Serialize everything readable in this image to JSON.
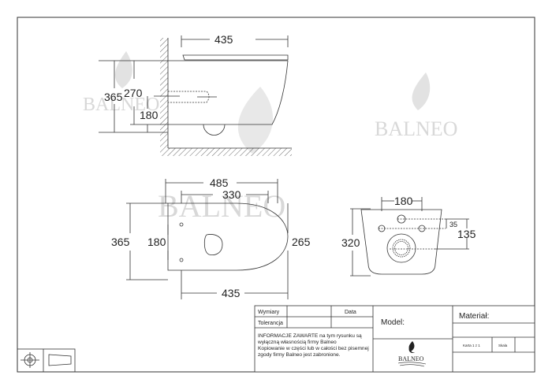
{
  "watermark": {
    "brand": "BALNEO",
    "color": "#d8d8d8"
  },
  "side_view": {
    "width": "435",
    "height_total": "365",
    "height_inlet": "270",
    "height_outlet": "180"
  },
  "top_view": {
    "length": "485",
    "inner_length": "330",
    "width": "365",
    "fixing_spacing": "180",
    "seat_width": "265",
    "bottom_length": "435"
  },
  "front_view": {
    "fixing_spacing": "180",
    "height": "320",
    "offset_small": "35",
    "offset_large": "135"
  },
  "title_block": {
    "dimensions_label": "Wymiary",
    "date_label": "Data",
    "tolerance_label": "Tolerancja",
    "notice": [
      "INFORMACJE ZAWARTE na tym rysunku są",
      "wyłączną własnością firmy Balneo",
      "Kopiowanie w części lub w całości bez pisemnej",
      "zgody firmy Balneo jest zabronione."
    ],
    "model_label": "Model:",
    "material_label": "Materiał:",
    "sheet_label": "Karta 1 z 1",
    "scale_label": "Skala",
    "logo_text": "BALNEO"
  }
}
